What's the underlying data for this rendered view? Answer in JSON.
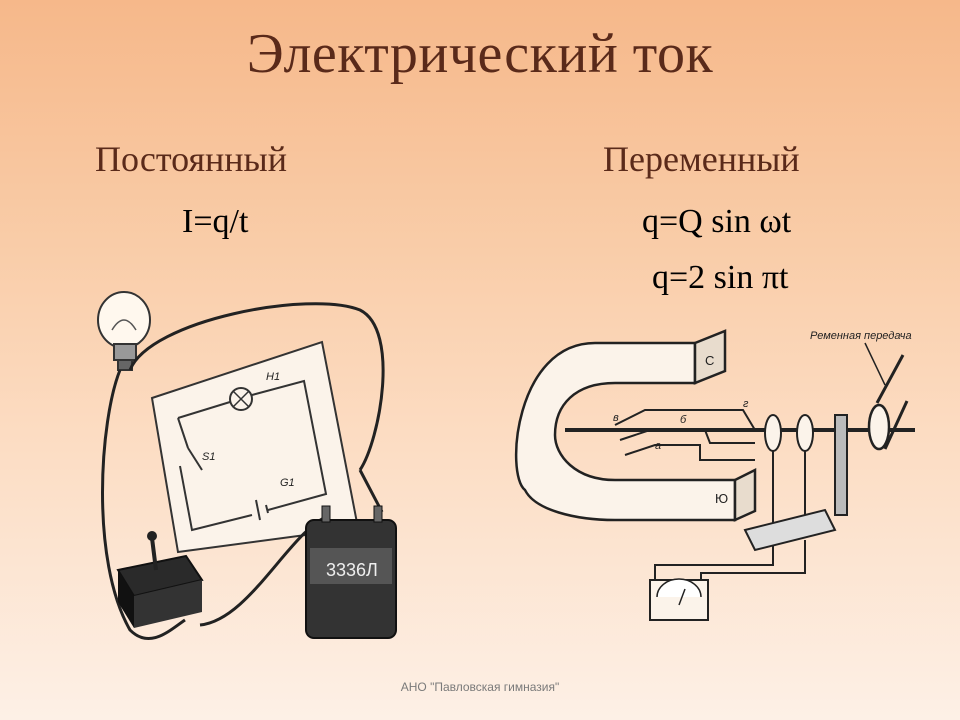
{
  "title": "Электрический ток",
  "left": {
    "heading": "Постоянный",
    "formula": "I=q/t",
    "diagram_labels": {
      "lamp": "H1",
      "switch": "S1",
      "battery": "G1",
      "battery_brand": "3336Л"
    }
  },
  "right": {
    "heading": "Переменный",
    "formula_1": "q=Q sin ωt",
    "formula_2": "q=2 sin πt",
    "diagram_labels": {
      "belt": "Ременная передача",
      "north": "С",
      "south": "Ю",
      "v": "в",
      "b": "б",
      "g": "г",
      "a": "а"
    }
  },
  "footer": "АНО \"Павловская гимназия\""
}
